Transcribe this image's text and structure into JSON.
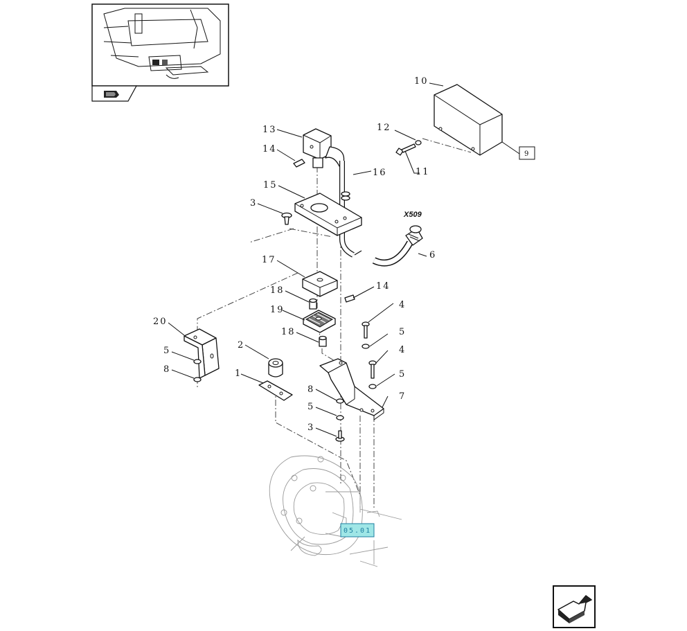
{
  "callouts": [
    {
      "id": "c1",
      "text": "1"
    },
    {
      "id": "c2",
      "text": "2"
    },
    {
      "id": "c3a",
      "text": "3"
    },
    {
      "id": "c3b",
      "text": "3"
    },
    {
      "id": "c4a",
      "text": "4"
    },
    {
      "id": "c4b",
      "text": "4"
    },
    {
      "id": "c5a",
      "text": "5"
    },
    {
      "id": "c5b",
      "text": "5"
    },
    {
      "id": "c5c",
      "text": "5"
    },
    {
      "id": "c5d",
      "text": "5"
    },
    {
      "id": "c6",
      "text": "6"
    },
    {
      "id": "c7",
      "text": "7"
    },
    {
      "id": "c8a",
      "text": "8"
    },
    {
      "id": "c8b",
      "text": "8"
    },
    {
      "id": "c10",
      "text": "10"
    },
    {
      "id": "c11",
      "text": "11"
    },
    {
      "id": "c12",
      "text": "12"
    },
    {
      "id": "c13",
      "text": "13"
    },
    {
      "id": "c14a",
      "text": "14"
    },
    {
      "id": "c14b",
      "text": "14"
    },
    {
      "id": "c15",
      "text": "15"
    },
    {
      "id": "c16",
      "text": "16"
    },
    {
      "id": "c17",
      "text": "17"
    },
    {
      "id": "c18a",
      "text": "18"
    },
    {
      "id": "c18b",
      "text": "18"
    },
    {
      "id": "c19",
      "text": "19"
    },
    {
      "id": "c20",
      "text": "20"
    }
  ],
  "connector_label": "X509",
  "boxed_ref": "9",
  "section_ref": "05.01",
  "colors": {
    "section_ref_fill": "#9fe6e6",
    "section_ref_text": "#1e7fa0",
    "line": "#111111"
  },
  "icons": {
    "thumbnail": "tractor-location-thumbnail",
    "thumbnail_tab": "book-arrow-icon",
    "nav": "next-page-arrow-icon"
  }
}
